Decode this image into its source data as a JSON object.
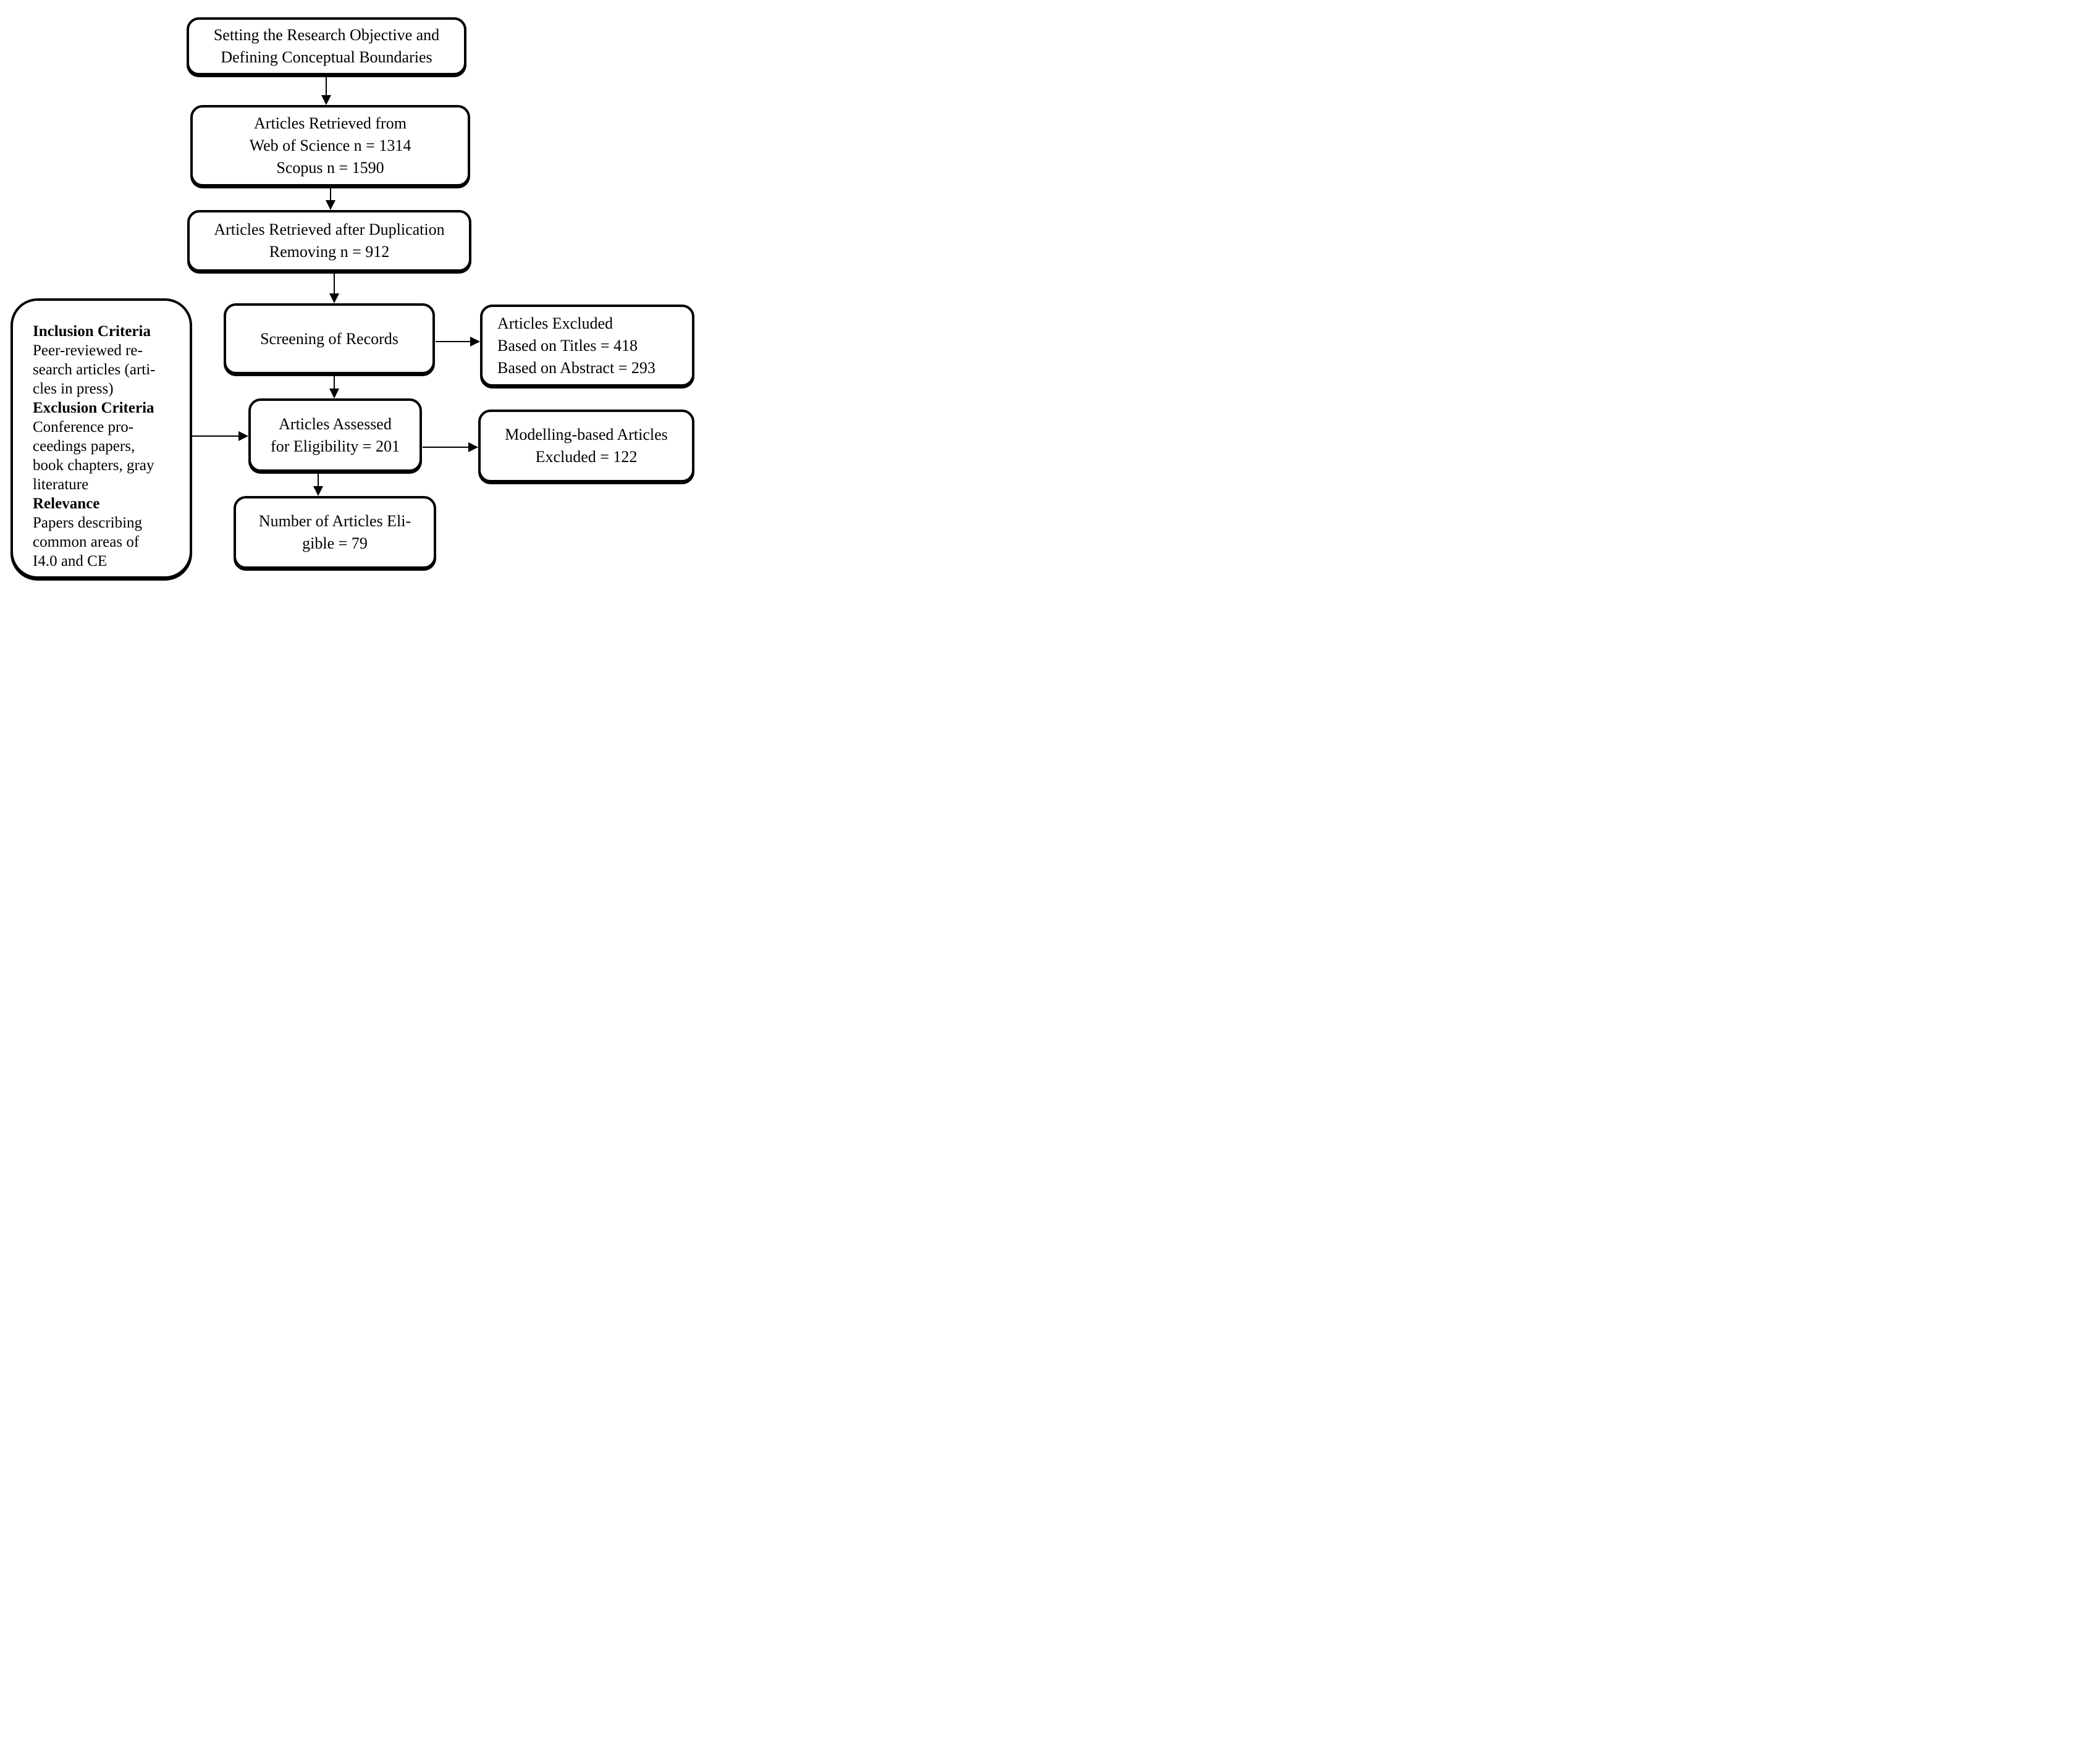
{
  "diagram": {
    "title_hint": "Article selection flow diagram",
    "colors": {
      "ink": "#000000",
      "paper": "#ffffff"
    },
    "boxes": {
      "objective": {
        "lines": [
          "Setting the Research Objective and",
          "Defining Conceptual Boundaries"
        ]
      },
      "retrieved": {
        "lines": [
          "Articles Retrieved from",
          "Web of Science n = 1314",
          "Scopus n = 1590"
        ]
      },
      "deduplicated": {
        "lines": [
          "Articles Retrieved after Duplication",
          "Removing n = 912"
        ]
      },
      "screening": {
        "lines": [
          "Screening of Records"
        ]
      },
      "excluded_screening": {
        "lines": [
          "Articles Excluded",
          "Based on Titles = 418",
          "Based on Abstract = 293"
        ]
      },
      "assessed": {
        "lines": [
          "Articles Assessed",
          "for Eligibility = 201"
        ]
      },
      "excluded_modelling": {
        "lines": [
          "Modelling-based Articles",
          "Excluded = 122"
        ]
      },
      "eligible": {
        "lines": [
          "Number of Articles Eli-",
          "gible = 79"
        ]
      },
      "criteria": {
        "lines": [
          {
            "text": "Inclusion Criteria",
            "bold": true
          },
          {
            "text": "Peer-reviewed re-",
            "bold": false
          },
          {
            "text": "search articles (arti-",
            "bold": false
          },
          {
            "text": "cles in press)",
            "bold": false
          },
          {
            "text": "Exclusion Criteria",
            "bold": true
          },
          {
            "text": "Conference pro-",
            "bold": false
          },
          {
            "text": "ceedings papers,",
            "bold": false
          },
          {
            "text": "book chapters, gray",
            "bold": false
          },
          {
            "text": "literature",
            "bold": false
          },
          {
            "text": "Relevance",
            "bold": true
          },
          {
            "text": "Papers describing",
            "bold": false
          },
          {
            "text": "common areas of",
            "bold": false
          },
          {
            "text": "I4.0 and CE",
            "bold": false
          }
        ]
      }
    }
  }
}
